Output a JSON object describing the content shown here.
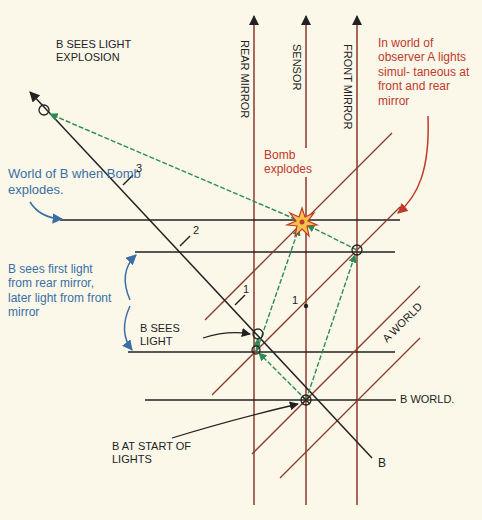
{
  "diagram": {
    "labels": [
      "B SEES LIGHT EXPLOSION",
      "REAR MIRROR",
      "SENSOR",
      "FRONT MIRROR",
      "In world of observer A lights simul- taneous at front and rear mirror",
      "Bomb explodes",
      "World of B when Bomb explodes.",
      "3",
      "2",
      "B sees first light from rear mirror, later light from front mirror",
      "1",
      "1",
      "B SEES LIGHT",
      "A WORLD",
      "B WORLD.",
      "B AT START OF LIGHTS",
      "B"
    ]
  }
}
